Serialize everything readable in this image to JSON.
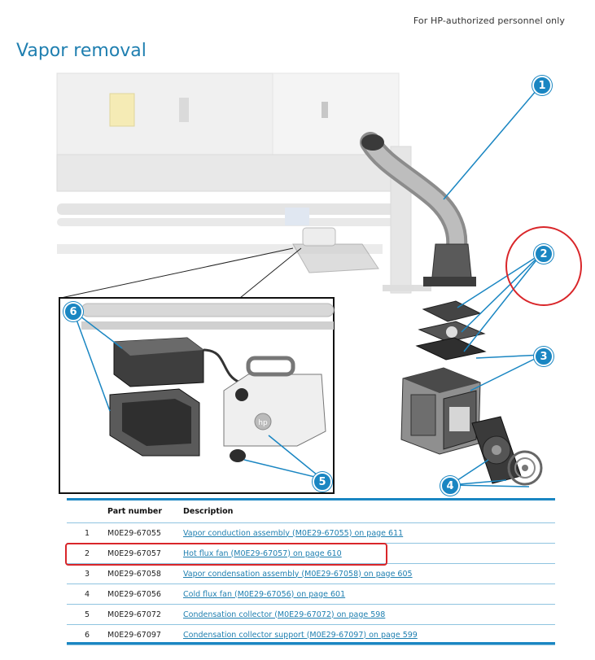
{
  "header": {
    "auth_note": "For HP-authorized personnel only",
    "title": "Vapor removal"
  },
  "callouts": [
    "1",
    "2",
    "3",
    "4",
    "5",
    "6"
  ],
  "table": {
    "headers": {
      "item": "",
      "part": "Part number",
      "desc": "Description"
    },
    "rows": [
      {
        "item": "1",
        "part": "M0E29-67055",
        "desc": "Vapor conduction assembly (M0E29-67055) on page 611"
      },
      {
        "item": "2",
        "part": "M0E29-67057",
        "desc": "Hot flux fan (M0E29-67057) on page 610"
      },
      {
        "item": "3",
        "part": "M0E29-67058",
        "desc": "Vapor condensation assembly (M0E29-67058) on page 605"
      },
      {
        "item": "4",
        "part": "M0E29-67056",
        "desc": "Cold flux fan (M0E29-67056) on page 601"
      },
      {
        "item": "5",
        "part": "M0E29-67072",
        "desc": "Condensation collector (M0E29-67072) on page 598"
      },
      {
        "item": "6",
        "part": "M0E29-67097",
        "desc": "Condensation collector support (M0E29-67097) on page 599"
      }
    ]
  },
  "colors": {
    "accent": "#1a86c2",
    "highlight": "#d9262a"
  }
}
